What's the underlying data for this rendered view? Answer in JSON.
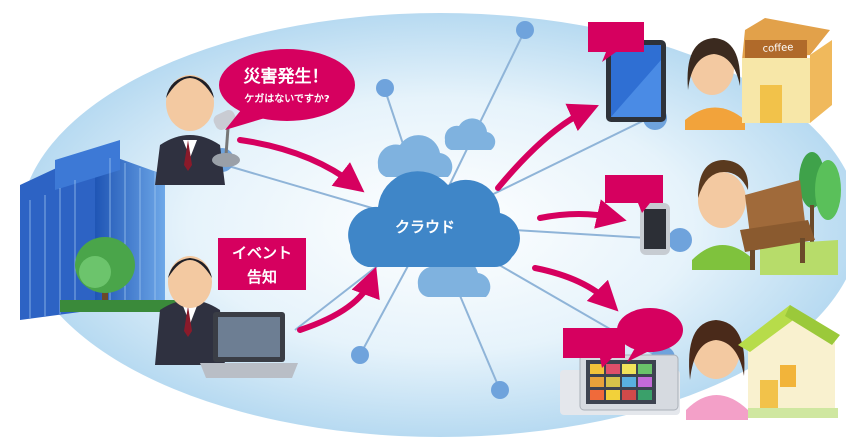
{
  "colors": {
    "accent": "#d6005f",
    "cloud_main": "#3f86c8",
    "cloud_small": "#7fb2df",
    "network_line": "#8fb4d8",
    "background_ellipse": "#c6e2f4"
  },
  "nodes": {
    "cloud": {
      "label": "クラウド"
    },
    "speaker_bubble": {
      "line1": "災害発生！",
      "line2": "ケガはないですか?"
    },
    "event_box": {
      "line1": "イベント",
      "line2": "告知"
    },
    "coffee_shop": {
      "sign": "coffee"
    }
  },
  "icons": [
    "building-icon",
    "person-icon",
    "microphone-icon",
    "laptop-icon",
    "cloud-icon",
    "tablet-icon",
    "smartphone-icon",
    "pos-terminal-icon",
    "bench-icon",
    "tree-icon",
    "house-icon",
    "coffee-shop-icon"
  ]
}
